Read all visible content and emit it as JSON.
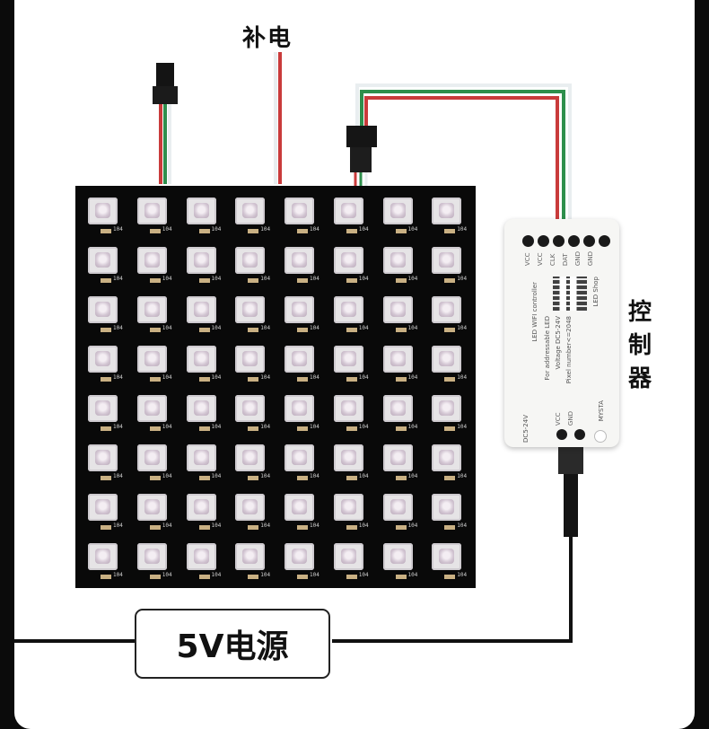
{
  "labels": {
    "top": "补电",
    "right": "控制器",
    "power": "5V电源"
  },
  "matrix": {
    "rows": 8,
    "cols": 8,
    "resistor_text": "104"
  },
  "controller": {
    "pins_top": [
      "VCC",
      "VCC",
      "CLK",
      "DAT",
      "GND",
      "GND"
    ],
    "title": "LED WIFI controller",
    "subtitle": "LED Shop",
    "spec1": "For addressable LED",
    "spec2": "Voltage DC5-24V",
    "spec3": "Pixel number<=2048",
    "pins_bottom": [
      "VCC",
      "GND"
    ],
    "dc": "DC5-24V",
    "brand": "MYSTA"
  },
  "colors": {
    "wire_red": "#c93b3b",
    "wire_green": "#2e8f4c",
    "wire_white": "#e9eef0",
    "wire_black": "#111111",
    "matrix_bg": "#090909"
  }
}
